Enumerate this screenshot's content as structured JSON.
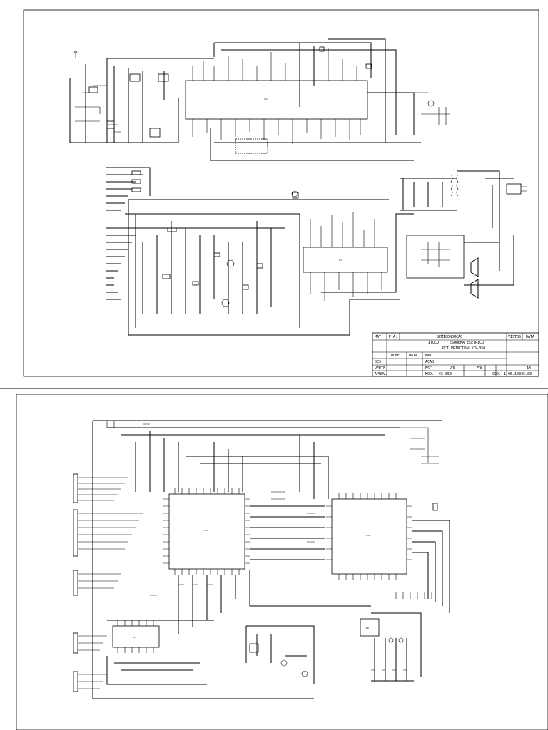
{
  "sheet1": {
    "title_block": {
      "cells": {
        "mat": "MAT.",
        "pa": "P.A.",
        "company": "SEMICONDUÇÃO",
        "title_label": "TÍTULO:",
        "title_line1": "ESQUEMA ELÉTRICO",
        "title_line2": "PCI PRINCIPAL CS-050",
        "rev_col": "NOME",
        "date_col": "DATA",
        "mat2": "MAT.",
        "des": "DES.",
        "acab": "ACAB.",
        "verif": "VERIF.",
        "esc": "ESC.",
        "vol": "VOL.",
        "fol": "FOL.",
        "fmt": "A3",
        "aprov": "APROV.",
        "mod": "MOD.",
        "mod_val": "CS-050",
        "cod": "COD.",
        "cod_val": "1.05.10035.00",
        "vistos": "VISTOS",
        "data": "DATA"
      }
    },
    "chip_labels": {
      "main_ic": "IC1",
      "amp_ic": "IC2"
    }
  },
  "sheet2": {
    "chip_labels": {
      "mcu": "IC3",
      "driver": "IC4",
      "shift": "IC5",
      "display": "88"
    }
  }
}
